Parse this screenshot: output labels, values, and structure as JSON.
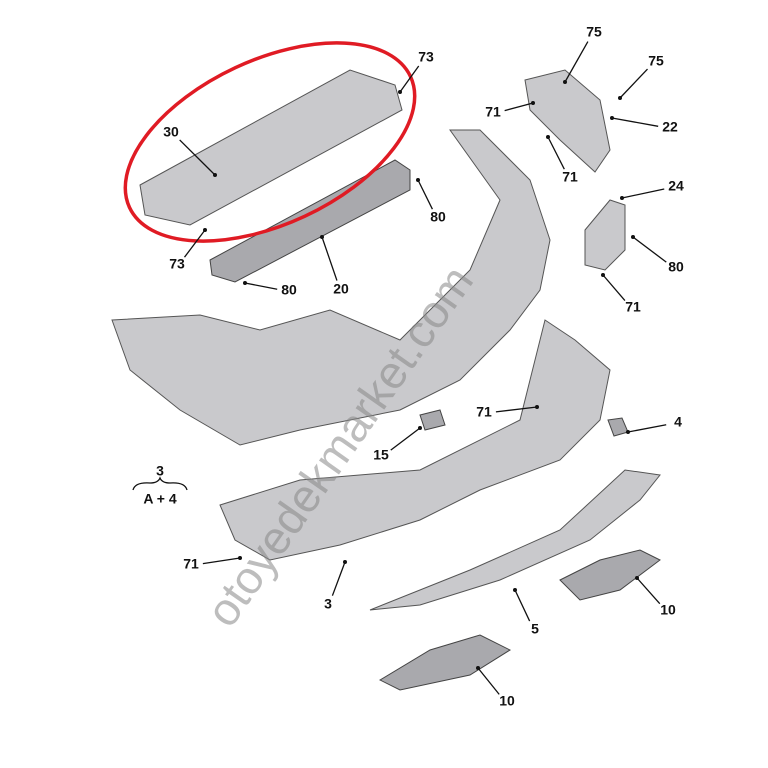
{
  "diagram": {
    "callouts": [
      {
        "id": "75a",
        "text": "75"
      },
      {
        "id": "75b",
        "text": "75"
      },
      {
        "id": "73a",
        "text": "73"
      },
      {
        "id": "30",
        "text": "30"
      },
      {
        "id": "71a",
        "text": "71"
      },
      {
        "id": "22",
        "text": "22"
      },
      {
        "id": "71b",
        "text": "71"
      },
      {
        "id": "73b",
        "text": "73"
      },
      {
        "id": "80a",
        "text": "80"
      },
      {
        "id": "24",
        "text": "24"
      },
      {
        "id": "80b",
        "text": "80"
      },
      {
        "id": "80c",
        "text": "80"
      },
      {
        "id": "20",
        "text": "20"
      },
      {
        "id": "71c",
        "text": "71"
      },
      {
        "id": "71d",
        "text": "71"
      },
      {
        "id": "15",
        "text": "15"
      },
      {
        "id": "4",
        "text": "4"
      },
      {
        "id": "71e",
        "text": "71"
      },
      {
        "id": "3b",
        "text": "3"
      },
      {
        "id": "5",
        "text": "5"
      },
      {
        "id": "10a",
        "text": "10"
      },
      {
        "id": "10b",
        "text": "10"
      }
    ],
    "assembly_note": {
      "top": "3",
      "bottom": "A + 4"
    },
    "highlight_color": "#e01b24",
    "watermark": "otoyedekmarket.com"
  }
}
